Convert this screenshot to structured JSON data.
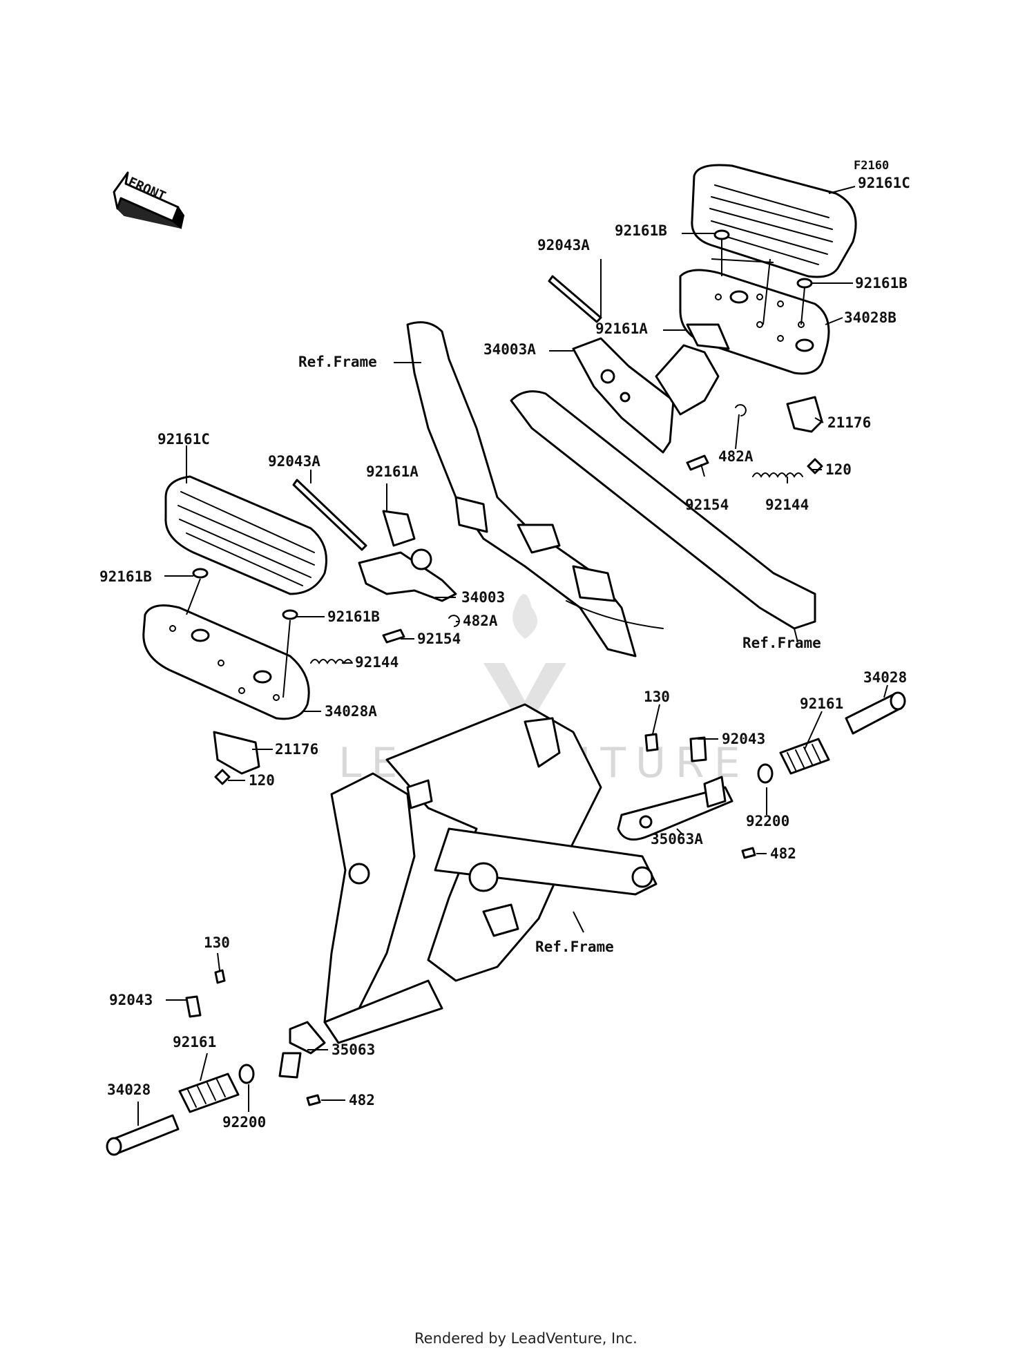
{
  "figure_code": "F2160",
  "front_arrow_text": "FRONT",
  "watermark_text": "LEADVENTURE",
  "footer_text": "Rendered by LeadVenture, Inc.",
  "labels": [
    {
      "id": "92161C-right",
      "text": "92161C"
    },
    {
      "id": "92161B-right-top",
      "text": "92161B"
    },
    {
      "id": "92043A-right",
      "text": "92043A"
    },
    {
      "id": "92161B-right-mid",
      "text": "92161B"
    },
    {
      "id": "34028B",
      "text": "34028B"
    },
    {
      "id": "92161A-right",
      "text": "92161A"
    },
    {
      "id": "34003A",
      "text": "34003A"
    },
    {
      "id": "ref-frame-top",
      "text": "Ref.Frame"
    },
    {
      "id": "21176-right",
      "text": "21176"
    },
    {
      "id": "482A-right",
      "text": "482A"
    },
    {
      "id": "120-right",
      "text": "120"
    },
    {
      "id": "92154-right",
      "text": "92154"
    },
    {
      "id": "92144-right",
      "text": "92144"
    },
    {
      "id": "92161C-left",
      "text": "92161C"
    },
    {
      "id": "92043A-left",
      "text": "92043A"
    },
    {
      "id": "92161A-left",
      "text": "92161A"
    },
    {
      "id": "92161B-left-top",
      "text": "92161B"
    },
    {
      "id": "34003",
      "text": "34003"
    },
    {
      "id": "92161B-left-mid",
      "text": "92161B"
    },
    {
      "id": "482A-left",
      "text": "482A"
    },
    {
      "id": "92154-left",
      "text": "92154"
    },
    {
      "id": "92144-left",
      "text": "92144"
    },
    {
      "id": "ref-frame-mid",
      "text": "Ref.Frame"
    },
    {
      "id": "34028A",
      "text": "34028A"
    },
    {
      "id": "21176-left",
      "text": "21176"
    },
    {
      "id": "120-left",
      "text": "120"
    },
    {
      "id": "34028-right",
      "text": "34028"
    },
    {
      "id": "130-right",
      "text": "130"
    },
    {
      "id": "92161-right",
      "text": "92161"
    },
    {
      "id": "92043-right",
      "text": "92043"
    },
    {
      "id": "92200-right",
      "text": "92200"
    },
    {
      "id": "35063A",
      "text": "35063A"
    },
    {
      "id": "482-right",
      "text": "482"
    },
    {
      "id": "ref-frame-bottom",
      "text": "Ref.Frame"
    },
    {
      "id": "130-left",
      "text": "130"
    },
    {
      "id": "92043-left",
      "text": "92043"
    },
    {
      "id": "92161-left",
      "text": "92161"
    },
    {
      "id": "35063",
      "text": "35063"
    },
    {
      "id": "34028-left",
      "text": "34028"
    },
    {
      "id": "92200-left",
      "text": "92200"
    },
    {
      "id": "482-left",
      "text": "482"
    }
  ]
}
